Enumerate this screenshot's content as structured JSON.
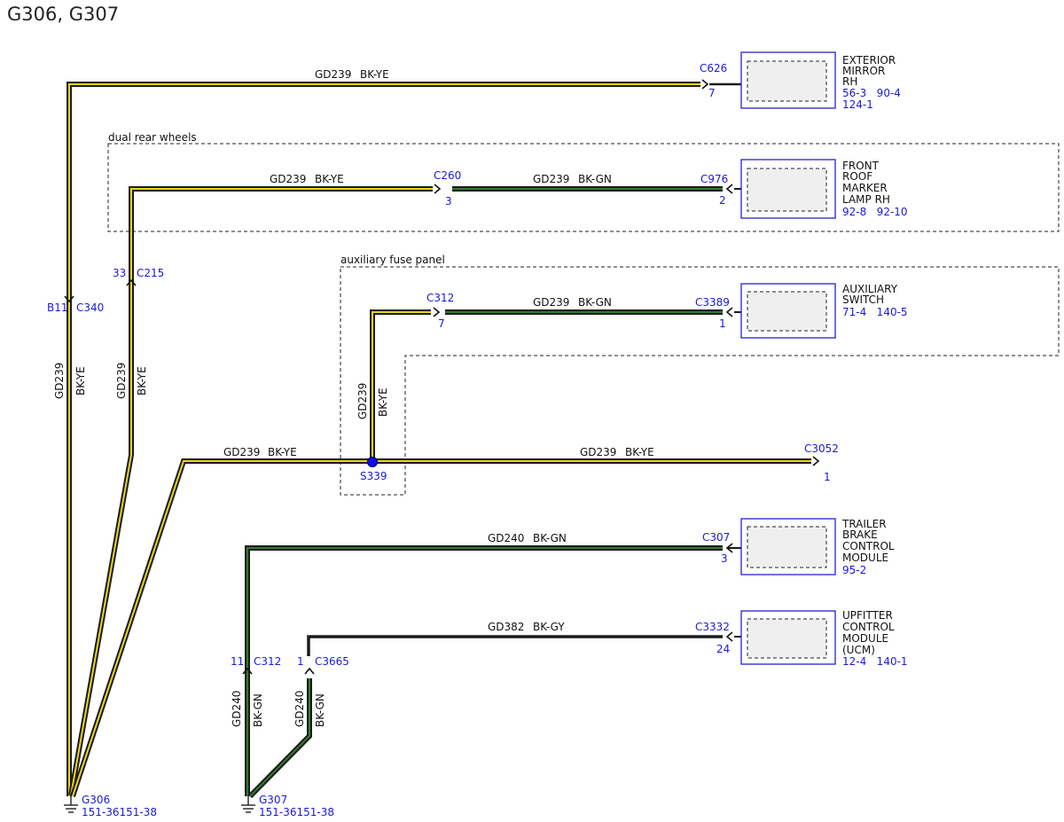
{
  "title": "G306, G307",
  "colors": {
    "wire_outline": "#1b1b1b",
    "stripe_ye": "#e8d21f",
    "stripe_gn": "#2f7a2f",
    "label_blue": "#1a1adc",
    "splice": "#0d0df0"
  },
  "zones": {
    "dual_rear_wheels": "dual rear wheels",
    "auxiliary_fuse_panel": "auxiliary fuse panel"
  },
  "circuits": {
    "gd239": "GD239",
    "gd240": "GD240",
    "gd382": "GD382"
  },
  "wire_colors": {
    "bk_ye": "BK-YE",
    "bk_gn": "BK-GN",
    "bk_gy": "BK-GY"
  },
  "components": {
    "mirror": {
      "lines": [
        "EXTERIOR",
        "MIRROR",
        "RH"
      ],
      "refs": [
        "56-3   90-4",
        "124-1"
      ],
      "connector": "C626",
      "pin": "7"
    },
    "marker": {
      "lines": [
        "FRONT",
        "ROOF",
        "MARKER",
        "LAMP RH"
      ],
      "refs": [
        "92-8   92-10"
      ],
      "connector": "C976",
      "pin": "2"
    },
    "aux_switch": {
      "lines": [
        "AUXILIARY",
        "SWITCH"
      ],
      "refs": [
        "71-4   140-5"
      ],
      "connector": "C3389",
      "pin": "1"
    },
    "trailer": {
      "lines": [
        "TRAILER",
        "BRAKE",
        "CONTROL",
        "MODULE"
      ],
      "refs": [
        "95-2"
      ],
      "connector": "C307",
      "pin": "3"
    },
    "ucm": {
      "lines": [
        "UPFITTER",
        "CONTROL",
        "MODULE",
        "(UCM)"
      ],
      "refs": [
        "12-4   140-1"
      ],
      "connector": "C3332",
      "pin": "24"
    }
  },
  "connectors": {
    "c340": {
      "name": "C340",
      "pin": "B11"
    },
    "c215": {
      "name": "C215",
      "pin": "33"
    },
    "c260": {
      "name": "C260",
      "pin": "3"
    },
    "c312_aux": {
      "name": "C312",
      "pin": "7"
    },
    "c3052": {
      "name": "C3052",
      "pin": "1"
    },
    "c312_low": {
      "name": "C312",
      "pin": "11"
    },
    "c3665": {
      "name": "C3665",
      "pin": "1"
    }
  },
  "splice": {
    "name": "S339"
  },
  "grounds": {
    "g306": {
      "name": "G306",
      "refs": "151-36151-38"
    },
    "g307": {
      "name": "G307",
      "refs": "151-36151-38"
    }
  }
}
